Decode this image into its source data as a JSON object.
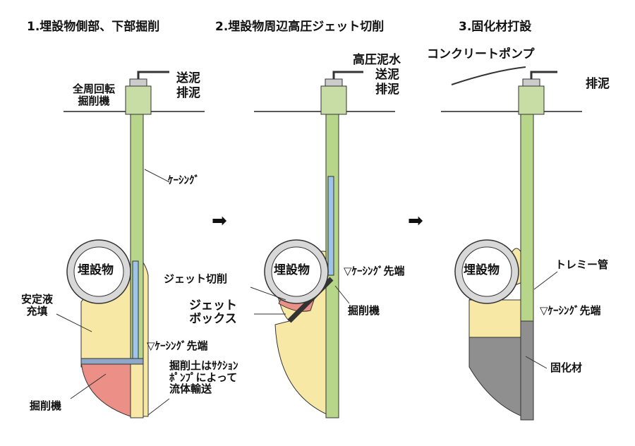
{
  "steps": [
    {
      "title": "1.埋設物側部、下部掘削"
    },
    {
      "title": "2.埋設物周辺高圧ジェット切削"
    },
    {
      "title": "3.固化材打設"
    }
  ],
  "labels": {
    "send_mud": "送泥",
    "discharge_mud": "排泥",
    "full_rotation_line1": "全周回転",
    "full_rotation_line2": "掘削機",
    "casing": "ｹｰｼﾝｸﾞ",
    "buried_object": "埋設物",
    "stabilizer_line1": "安定液",
    "stabilizer_line2": "充填",
    "casing_tip": "▽ｹｰｼﾝｸﾞ先端",
    "excavated_soil_line1": "掘削土はｻｸｼｮﾝ",
    "excavated_soil_line2": "ﾎﾟﾝﾌﾟによって",
    "excavated_soil_line3": "流体輸送",
    "excavator": "掘削機",
    "hp_water": "高圧泥水",
    "jet_cutting": "ジェット切削",
    "jet_box_line1": "ジェット",
    "jet_box_line2": "ボックス",
    "concrete_pump": "コンクリートポンプ",
    "tremie_pipe": "トレミー管",
    "solidifier": "固化材"
  },
  "flow_arrow": "➡",
  "colors": {
    "casing": "#b7d68a",
    "fill": "#f8e8a6",
    "excavated": "#ec8f86",
    "solidified": "#8f8f8f",
    "object": "#d8d8d8"
  }
}
